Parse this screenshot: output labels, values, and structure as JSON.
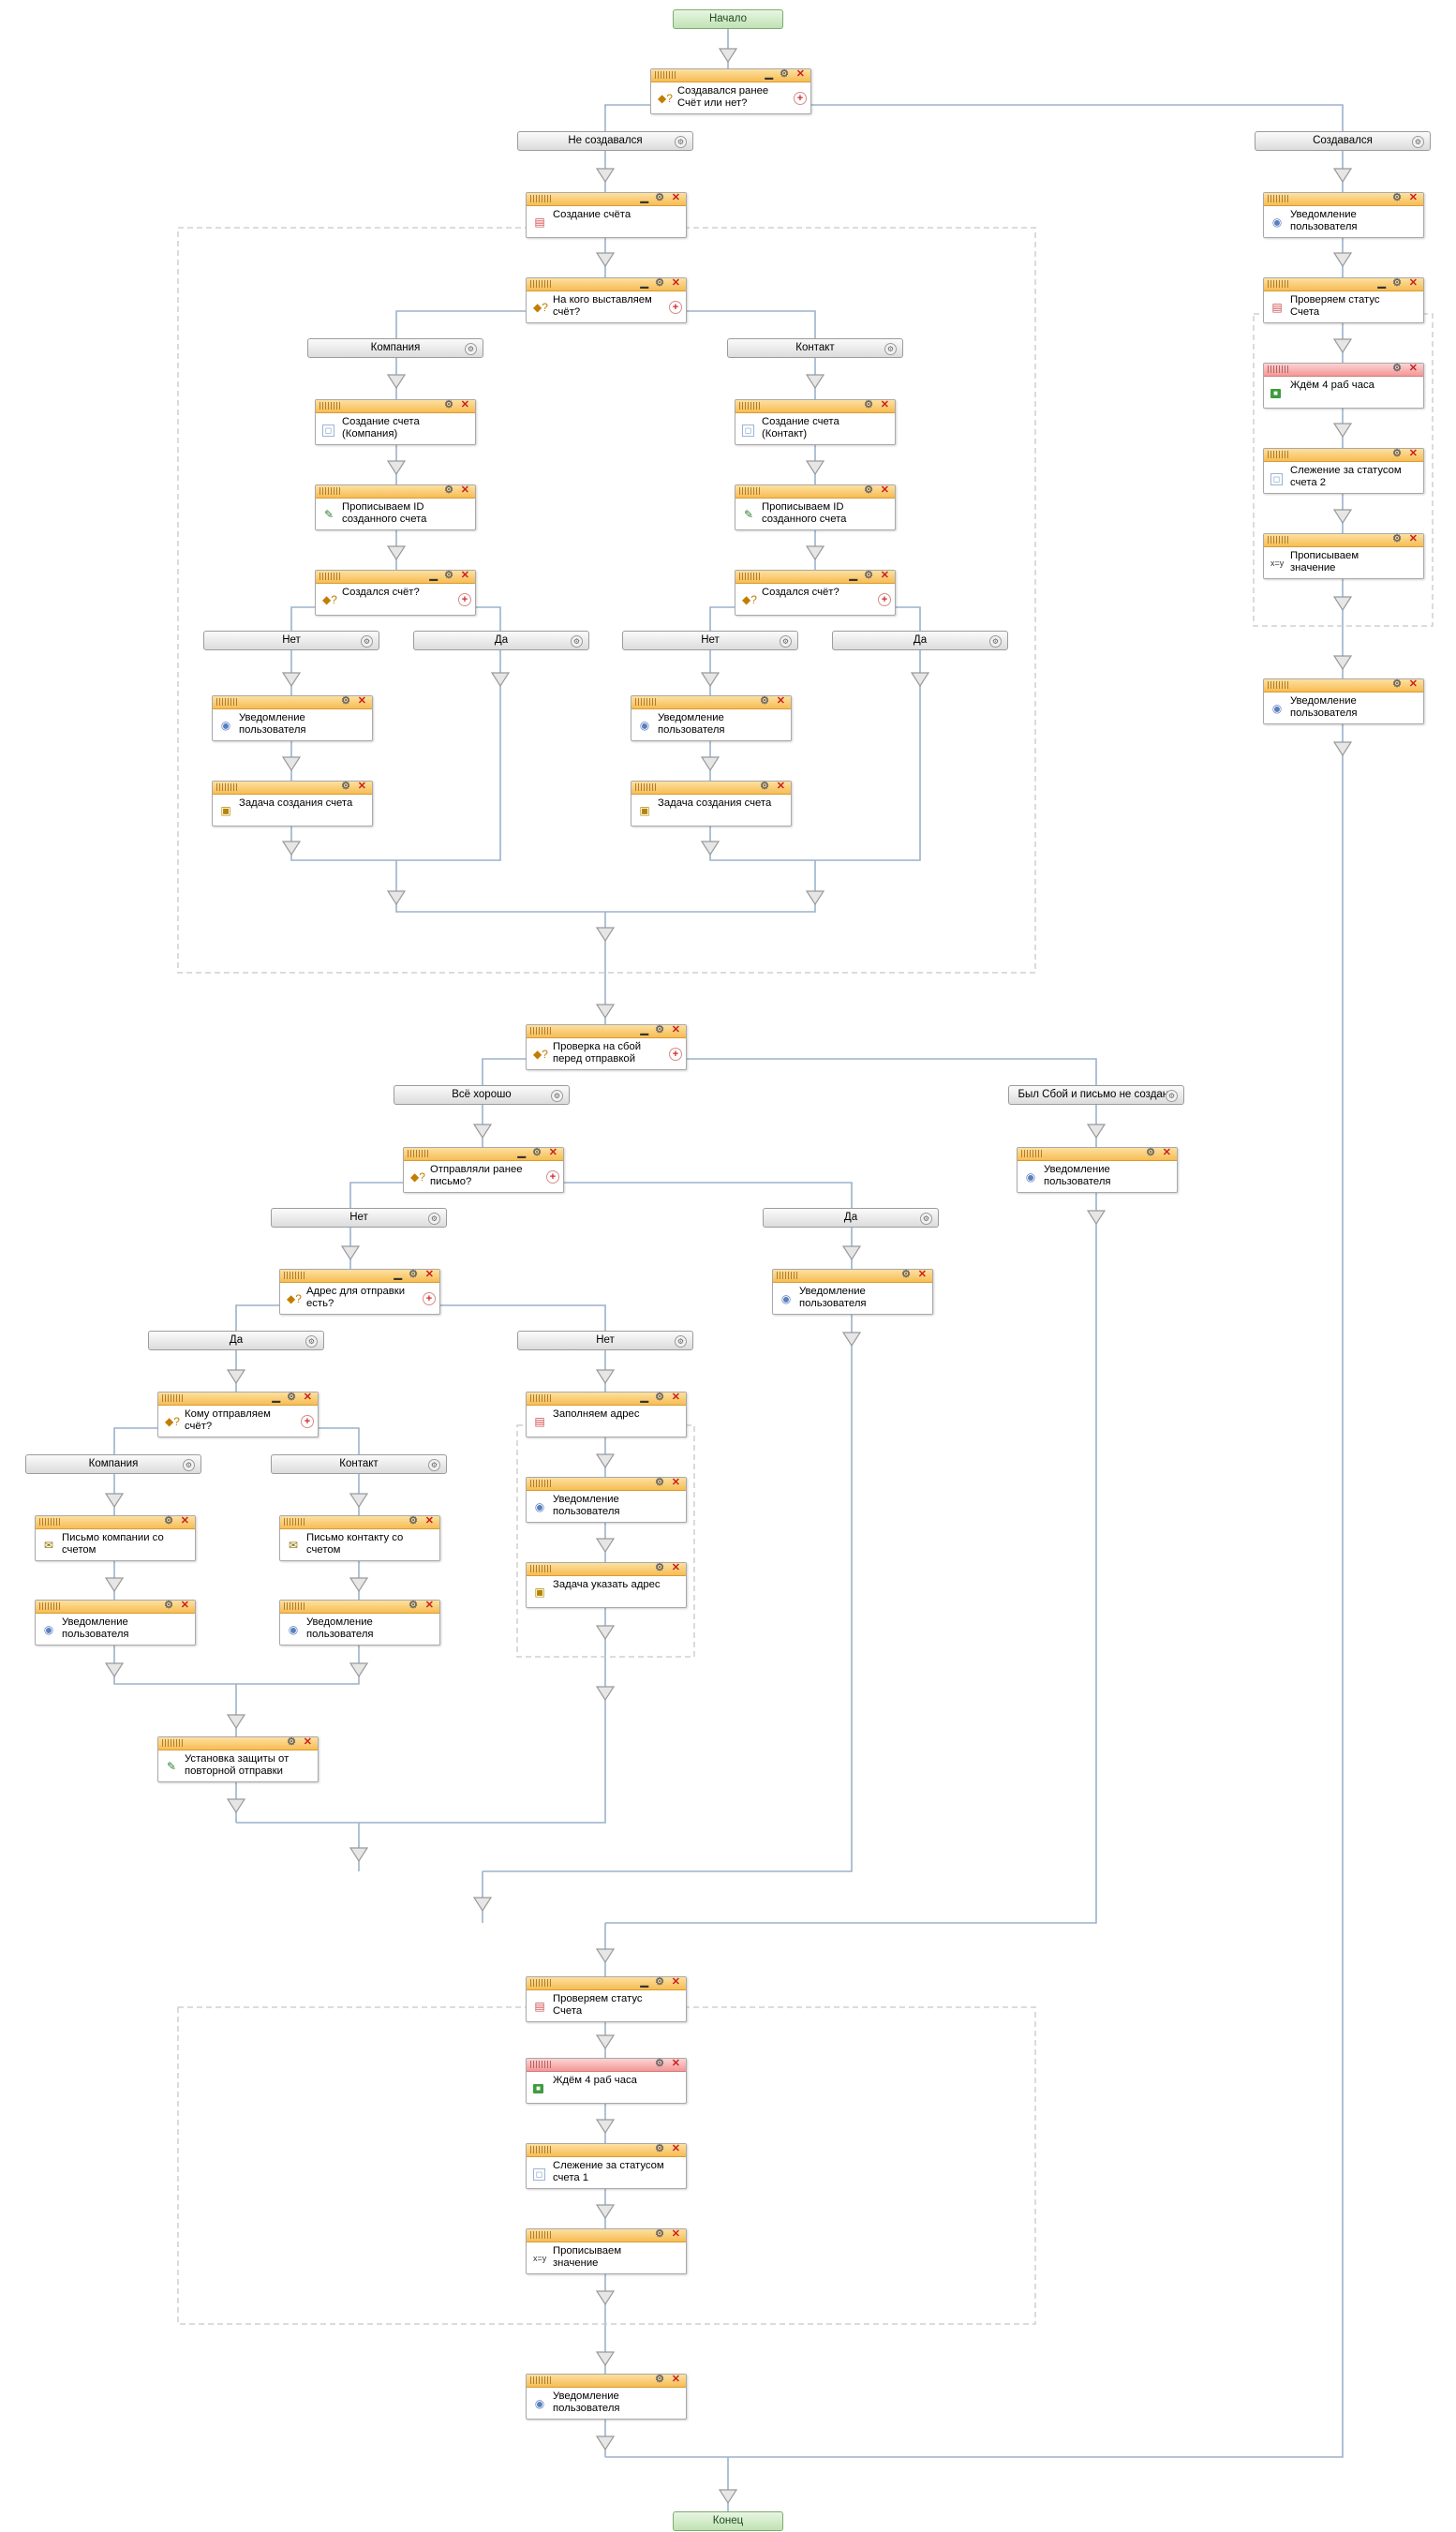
{
  "start": "Начало",
  "end": "Конец",
  "nodes": {
    "n1": {
      "text": "Создавался ранее Счёт или нет?",
      "icon": "condition-icon",
      "kind": "cond"
    },
    "n2": {
      "text": "Создание счёта",
      "icon": "document-icon",
      "kind": "seq"
    },
    "n3": {
      "text": "На кого выставляем счёт?",
      "icon": "condition-icon",
      "kind": "cond"
    },
    "n4": {
      "text": "Создание счета (Компания)",
      "icon": "crm-activity-icon",
      "kind": "act"
    },
    "n5": {
      "text": "Прописываем ID созданного счета",
      "icon": "edit-icon",
      "kind": "act"
    },
    "n6": {
      "text": "Создался счёт?",
      "icon": "condition-icon",
      "kind": "cond"
    },
    "n7": {
      "text": "Уведомление пользователя",
      "icon": "notification-icon",
      "kind": "act"
    },
    "n8": {
      "text": "Задача создания счета",
      "icon": "task-icon",
      "kind": "act"
    },
    "n9": {
      "text": "Создание счета (Контакт)",
      "icon": "crm-activity-icon",
      "kind": "act"
    },
    "n10": {
      "text": "Прописываем ID созданного счета",
      "icon": "edit-icon",
      "kind": "act"
    },
    "n11": {
      "text": "Создался счёт?",
      "icon": "condition-icon",
      "kind": "cond"
    },
    "n12": {
      "text": "Уведомление пользователя",
      "icon": "notification-icon",
      "kind": "act"
    },
    "n13": {
      "text": "Задача создания счета",
      "icon": "task-icon",
      "kind": "act"
    },
    "n14": {
      "text": "Уведомление пользователя",
      "icon": "notification-icon",
      "kind": "act"
    },
    "n15": {
      "text": "Проверяем статус Счета",
      "icon": "document-icon",
      "kind": "seq"
    },
    "n16": {
      "text": "Ждём 4 раб часа",
      "icon": "wait-icon",
      "kind": "wait"
    },
    "n17": {
      "text": "Слежение за статусом счета 2",
      "icon": "crm-activity-icon",
      "kind": "act"
    },
    "n18": {
      "text": "Прописываем значение",
      "icon": "variable-icon",
      "kind": "act"
    },
    "n19": {
      "text": "Уведомление пользователя",
      "icon": "notification-icon",
      "kind": "act"
    },
    "n20": {
      "text": "Проверка на сбой перед отправкой",
      "icon": "condition-icon",
      "kind": "cond"
    },
    "n21": {
      "text": "Отправляли ранее письмо?",
      "icon": "condition-icon",
      "kind": "cond"
    },
    "n22": {
      "text": "Уведомление пользователя",
      "icon": "notification-icon",
      "kind": "act"
    },
    "n23": {
      "text": "Адрес для отправки есть?",
      "icon": "condition-icon",
      "kind": "cond"
    },
    "n24": {
      "text": "Уведомление пользователя",
      "icon": "notification-icon",
      "kind": "act"
    },
    "n25": {
      "text": "Кому отправляем счёт?",
      "icon": "condition-icon",
      "kind": "cond"
    },
    "n26": {
      "text": "Заполняем адрес",
      "icon": "document-icon",
      "kind": "seq"
    },
    "n27": {
      "text": "Уведомление пользователя",
      "icon": "notification-icon",
      "kind": "act"
    },
    "n28": {
      "text": "Задача указать адрес",
      "icon": "task-icon",
      "kind": "act"
    },
    "n29": {
      "text": "Письмо компании со счетом",
      "icon": "mail-icon",
      "kind": "act"
    },
    "n30": {
      "text": "Письмо контакту со счетом",
      "icon": "mail-icon",
      "kind": "act"
    },
    "n31": {
      "text": "Уведомление пользователя",
      "icon": "notification-icon",
      "kind": "act"
    },
    "n32": {
      "text": "Уведомление пользователя",
      "icon": "notification-icon",
      "kind": "act"
    },
    "n33": {
      "text": "Установка защиты от повторной отправки",
      "icon": "edit-icon",
      "kind": "act"
    },
    "n34": {
      "text": "Проверяем статус Счета",
      "icon": "document-icon",
      "kind": "seq"
    },
    "n35": {
      "text": "Ждём 4 раб часа",
      "icon": "wait-icon",
      "kind": "wait"
    },
    "n36": {
      "text": "Слежение за статусом счета 1",
      "icon": "crm-activity-icon",
      "kind": "act"
    },
    "n37": {
      "text": "Прописываем значение",
      "icon": "variable-icon",
      "kind": "act"
    },
    "n38": {
      "text": "Уведомление пользователя",
      "icon": "notification-icon",
      "kind": "act"
    }
  },
  "branches": {
    "b1": "Не создавался",
    "b2": "Создавался",
    "b3": "Компания",
    "b4": "Контакт",
    "b5": "Нет",
    "b6": "Да",
    "b7": "Нет",
    "b8": "Да",
    "b9": "Всё хорошо",
    "b10": "Был Сбой и письмо не создано",
    "b11": "Нет",
    "b12": "Да",
    "b13": "Да",
    "b14": "Нет",
    "b15": "Компания",
    "b16": "Контакт"
  },
  "colors": {
    "connector": "#9bb2cc",
    "node_header": "#f7bd52",
    "wait_header": "#f39797",
    "terminal": "#bfe2b3",
    "close_button": "#cc1f1f"
  }
}
